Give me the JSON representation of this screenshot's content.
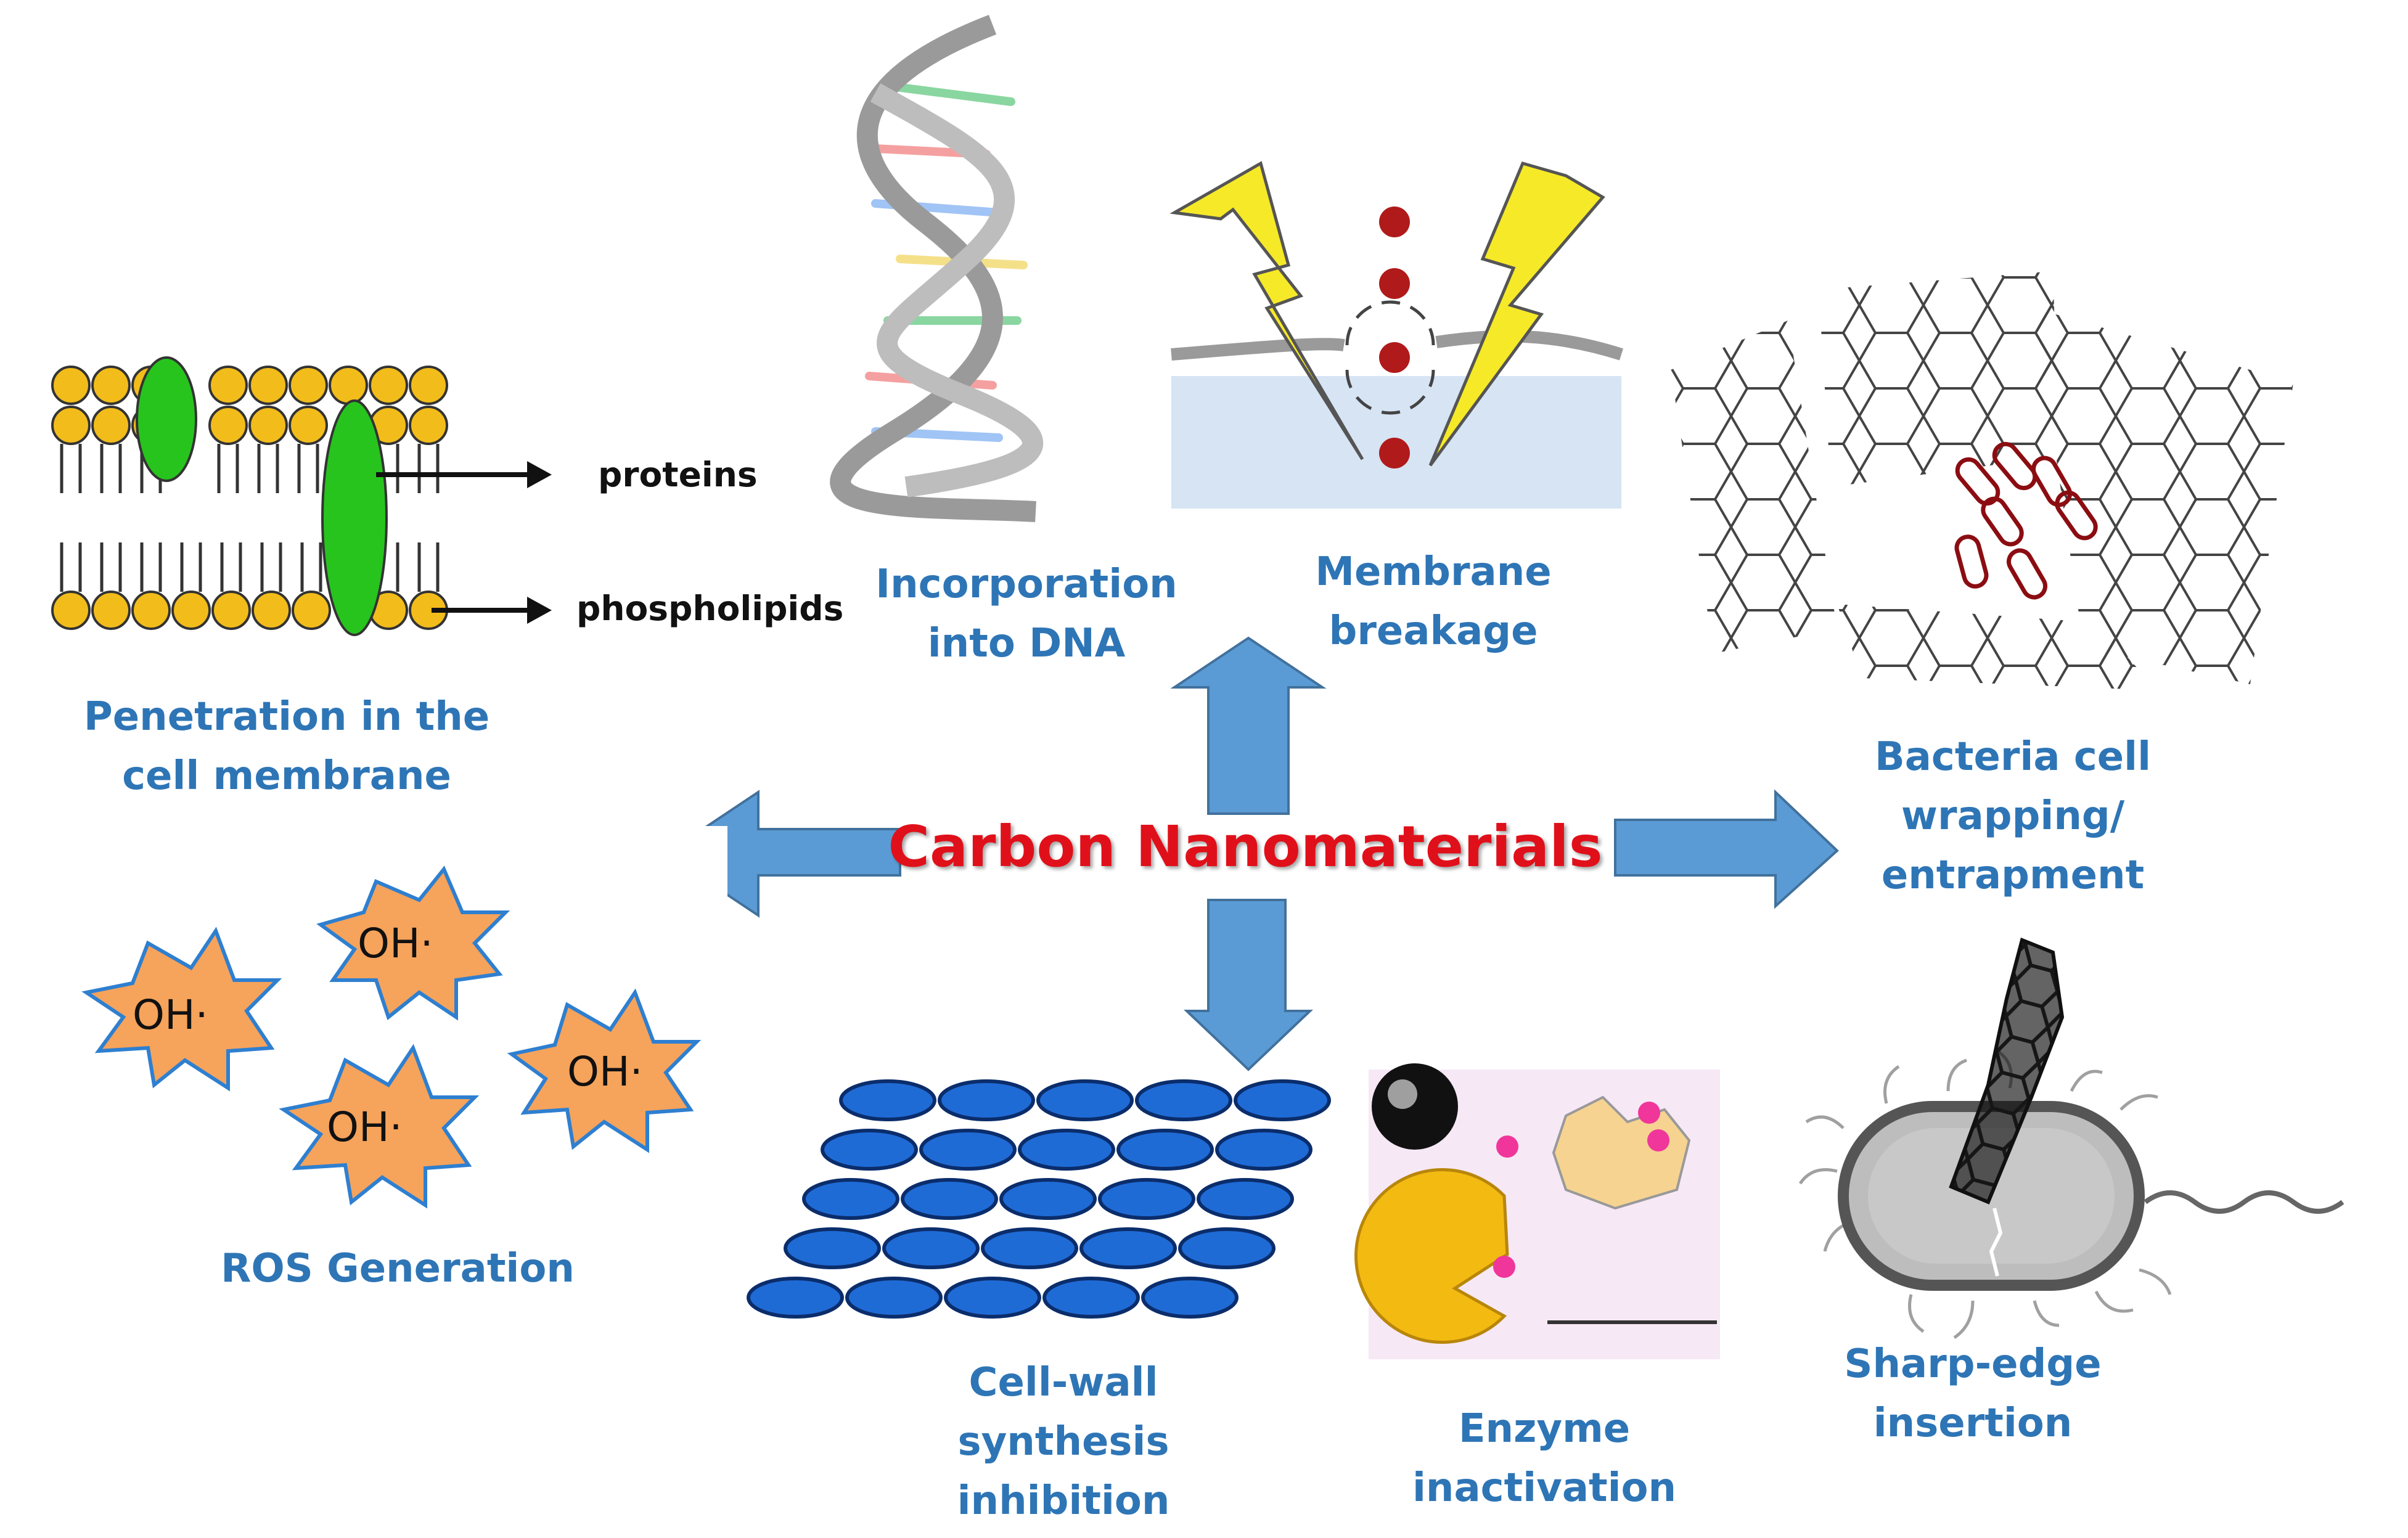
{
  "center_label": "Carbon Nanomaterials",
  "colors": {
    "label": "#2E75B6",
    "center": "#E0101A",
    "arrow": "#5B9BD5",
    "arrow_stroke": "#41719C"
  },
  "nodes": {
    "penetration": [
      "Penetration in the",
      "cell membrane"
    ],
    "incorporation_dna": [
      "Incorporation",
      "into DNA"
    ],
    "membrane_breakage": [
      "Membrane",
      "breakage"
    ],
    "bacteria_wrapping": [
      "Bacteria cell",
      "wrapping/",
      "entrapment"
    ],
    "ros_generation": [
      "ROS Generation"
    ],
    "cell_wall": [
      "Cell-wall",
      "synthesis",
      "inhibition"
    ],
    "enzyme": [
      "Enzyme",
      "inactivation"
    ],
    "sharp_edge": [
      "Sharp-edge",
      "insertion"
    ]
  },
  "membrane_callouts": {
    "proteins": "proteins",
    "phospholipids": "phospholipids"
  },
  "ros_badge": "OH·",
  "icons": [
    "membrane-icon",
    "dna-icon",
    "lightning-icon",
    "graphene-wrap-icon",
    "ros-icon",
    "cell-wall-icon",
    "enzyme-icon",
    "bacterium-icon"
  ]
}
